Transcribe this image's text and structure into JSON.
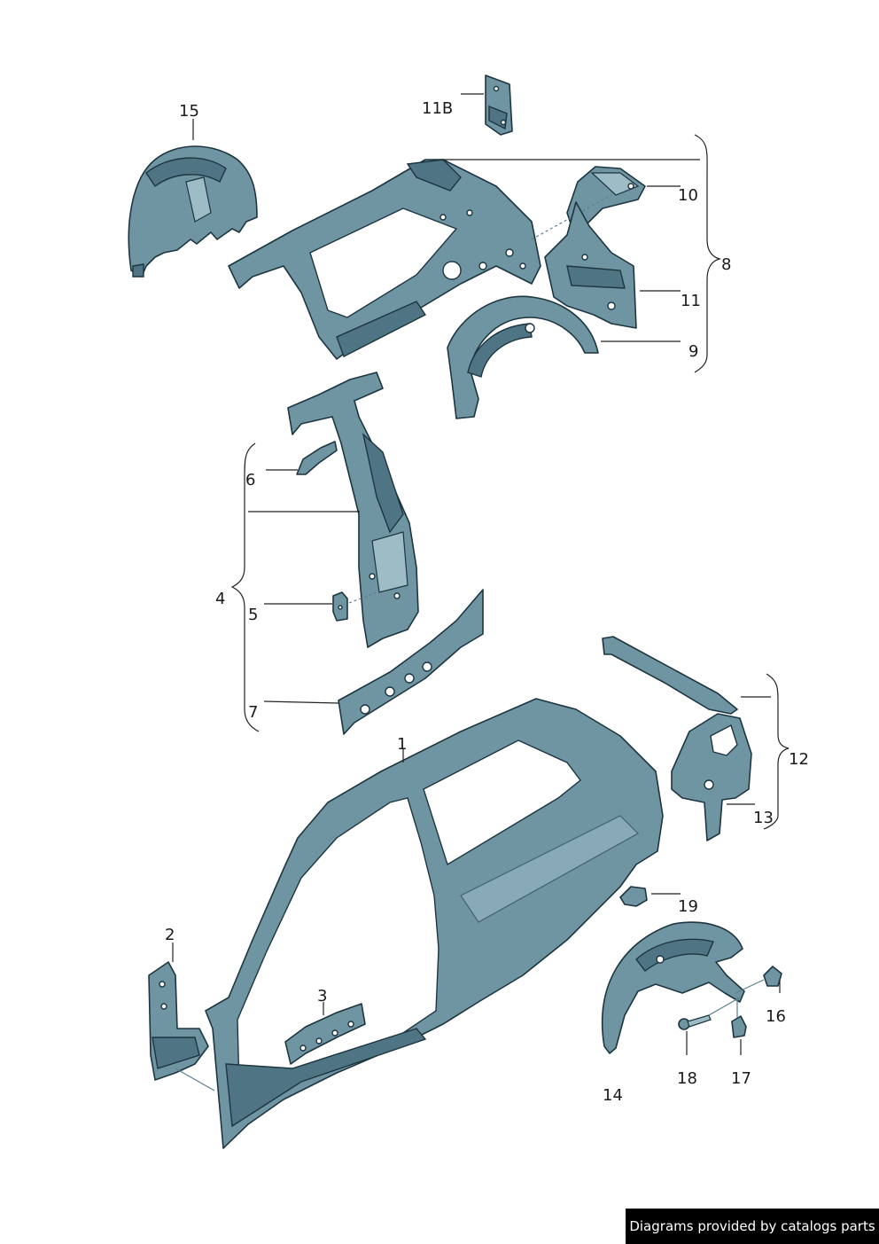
{
  "labels": {
    "l1": "1",
    "l2": "2",
    "l3": "3",
    "l4": "4",
    "l5": "5",
    "l6": "6",
    "l7": "7",
    "l8": "8",
    "l9": "9",
    "l10": "10",
    "l11": "11",
    "l11b": "11B",
    "l12": "12",
    "l13": "13",
    "l14": "14",
    "l15": "15",
    "l16": "16",
    "l17": "17",
    "l18": "18",
    "l19": "19"
  },
  "footer": {
    "text": "Diagrams provided by catalogs parts"
  },
  "colors": {
    "part": "#6f95a3",
    "outline": "#1d3540",
    "footer_bg": "#000000"
  }
}
